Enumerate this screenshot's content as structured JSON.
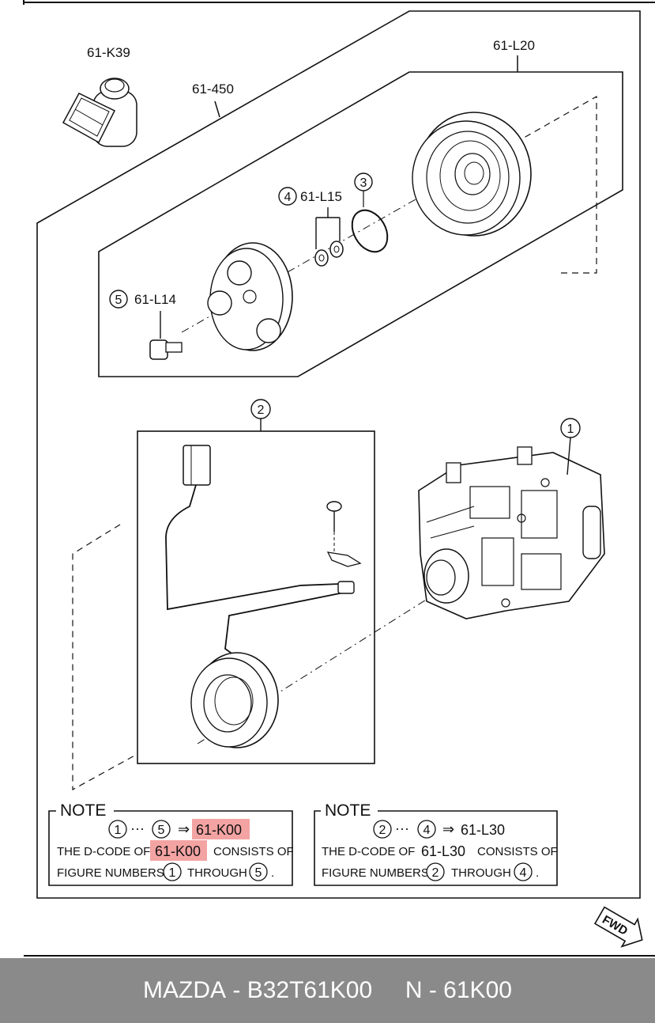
{
  "parts": {
    "k39": "61-K39",
    "p450": "61-450",
    "l20": "61-L20",
    "l15": "61-L15",
    "l14": "61-L14"
  },
  "callouts": {
    "n1": "1",
    "n2": "2",
    "n3": "3",
    "n4": "4",
    "n5": "5"
  },
  "note_left": {
    "title": "NOTE",
    "range_from": "1",
    "range_dots": "···",
    "range_to": "5",
    "arrow": "⇒",
    "code": "61-K00",
    "line2_prefix": "THE D-CODE OF",
    "line2_code": "61-K00",
    "line2_suffix": "CONSISTS OF",
    "line3_prefix": "FIGURE NUMBERS",
    "line3_from": "1",
    "line3_mid": "THROUGH",
    "line3_to": "5",
    "line3_end": "."
  },
  "note_right": {
    "title": "NOTE",
    "range_from": "2",
    "range_dots": "···",
    "range_to": "4",
    "arrow": "⇒",
    "code": "61-L30",
    "line2_prefix": "THE D-CODE OF",
    "line2_code": "61-L30",
    "line2_suffix": "CONSISTS OF",
    "line3_prefix": "FIGURE NUMBERS",
    "line3_from": "2",
    "line3_mid": "THROUGH",
    "line3_to": "4",
    "line3_end": "."
  },
  "fwd": "FWD",
  "footer": {
    "brand": "MAZDA",
    "sep": " - ",
    "part_number": "B32T61K00",
    "gap": "     ",
    "n_label": "N - 61K00"
  },
  "colors": {
    "highlight": "#f4a3a3",
    "footer_bg": "#8a8a8a",
    "footer_text": "#ffffff",
    "ink": "#111111"
  }
}
